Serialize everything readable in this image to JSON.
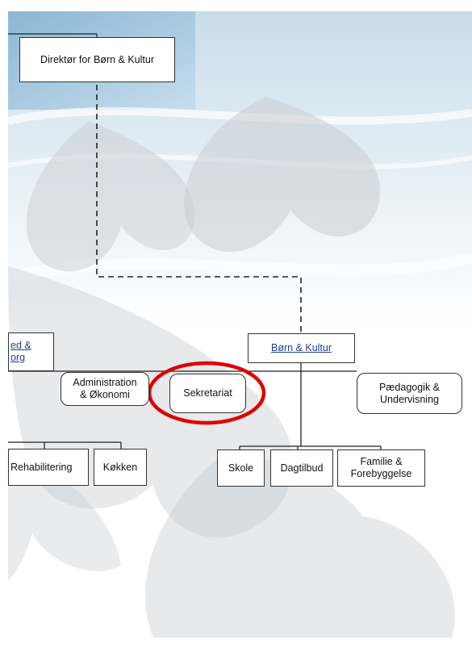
{
  "colors": {
    "band_blue": "#9fc4dd",
    "band_blue_light": "#d6e7f1",
    "leaf_gray": "#c9ced3",
    "highlight_ring": "#e00000",
    "line": "#222222",
    "link": "#1f3f8f"
  },
  "nodes": {
    "director": "Direktør for Børn & Kultur",
    "born_kultur": "Børn & Kultur",
    "partial_left": "ed &\norg",
    "administration": "Administration\n& Økonomi",
    "sekretariat": "Sekretariat",
    "paedagogik": "Pædagogik &\nUndervisning",
    "rehabilitering": "Rehabilitering",
    "kokken": "Køkken",
    "skole": "Skole",
    "dagtilbud": "Dagtilbud",
    "familie": "Familie &\nForebyggelse"
  },
  "highlight": {
    "target": "sekretariat",
    "shape": "ellipse"
  }
}
